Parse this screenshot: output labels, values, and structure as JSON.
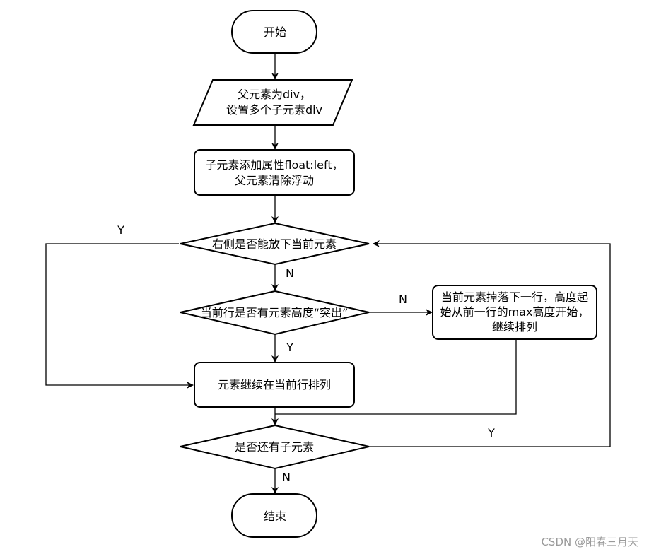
{
  "nodes": {
    "start": "开始",
    "input": [
      "父元素为div，",
      "设置多个子元素div"
    ],
    "process1": [
      "子元素添加属性float:left，",
      "父元素清除浮动"
    ],
    "decision1": "右侧是否能放下当前元素",
    "decision2": "当前行是否有元素高度“突出”",
    "process_drop": [
      "当前元素掉落下一行，高度起",
      "始从前一行的max高度开始，",
      "继续排列"
    ],
    "process_continue": "元素继续在当前行排列",
    "decision3": "是否还有子元素",
    "end": "结束"
  },
  "edge_labels": {
    "d1_yes": "Y",
    "d1_no": "N",
    "d2_no": "N",
    "d2_yes": "Y",
    "d3_yes": "Y",
    "d3_no": "N"
  },
  "watermark": "CSDN @阳春三月天"
}
